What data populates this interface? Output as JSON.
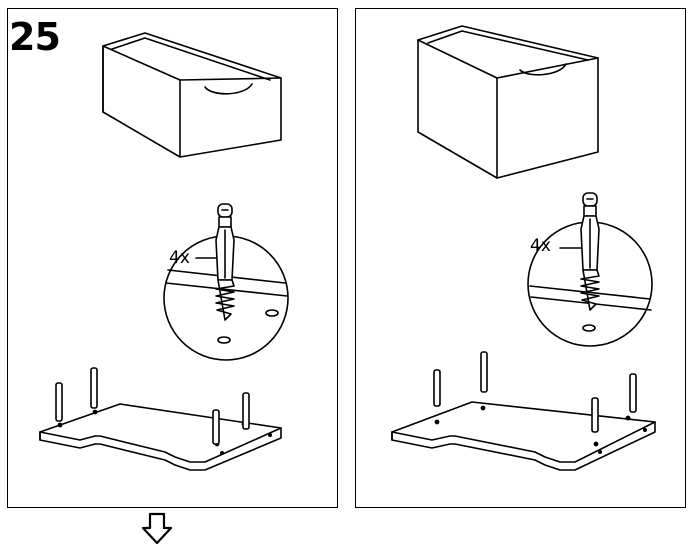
{
  "step": {
    "number": "25"
  },
  "left_panel": {
    "quantity_label": "4x"
  },
  "right_panel": {
    "quantity_label": "4x"
  },
  "colors": {
    "line": "#000000",
    "background": "#ffffff"
  },
  "icons": {
    "next_page": "down-arrow-icon"
  }
}
